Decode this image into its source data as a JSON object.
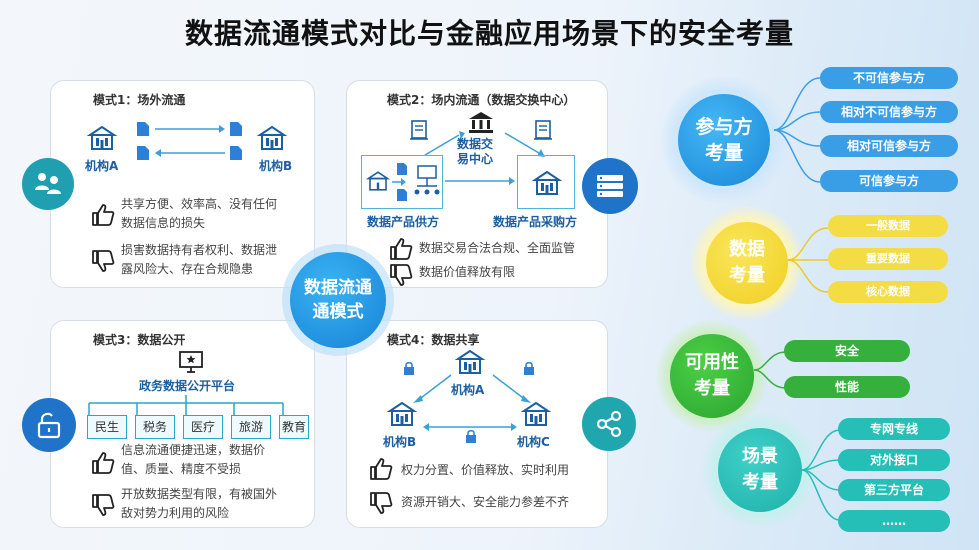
{
  "title": "数据流通模式对比与金融应用场景下的安全考量",
  "center": "数据流通\n通模式",
  "mode1": {
    "title": "模式1：场外流通",
    "org_a": "机构A",
    "org_b": "机构B",
    "pro": "共享方便、效率高、没有任何\n数据信息的损失",
    "con": "损害数据持有者权利、数据泄\n露风险大、存在合规隐患"
  },
  "mode2": {
    "title": "模式2：场内流通（数据交换中心）",
    "exchange": "数据交\n易中心",
    "supplier": "数据产品供方",
    "buyer": "数据产品采购方",
    "pro": "数据交易合法合规、全面监管",
    "con": "数据价值释放有限"
  },
  "mode3": {
    "title": "模式3：数据公开",
    "platform": "政务数据公开平台",
    "tags": [
      "民生",
      "税务",
      "医疗",
      "旅游",
      "教育"
    ],
    "pro": "信息流通便捷迅速，数据价\n值、质量、精度不受损",
    "con": "开放数据类型有限，有被国外\n敌对势力利用的风险"
  },
  "mode4": {
    "title": "模式4：数据共享",
    "org_a": "机构A",
    "org_b": "机构B",
    "org_c": "机构C",
    "pro": "权力分置、价值释放、实时利用",
    "con": "资源开销大、安全能力参差不齐"
  },
  "considerations": {
    "participants": {
      "label": "参与方\n考量",
      "items": [
        "不可信参与方",
        "相对不可信参与方",
        "相对可信参与方",
        "可信参与方"
      ]
    },
    "data": {
      "label": "数据\n考量",
      "items": [
        "一般数据",
        "重要数据",
        "核心数据"
      ]
    },
    "availability": {
      "label": "可用性\n考量",
      "items": [
        "安全",
        "性能"
      ]
    },
    "scenario": {
      "label": "场景\n考量",
      "items": [
        "专网专线",
        "对外接口",
        "第三方平台",
        "……"
      ]
    }
  },
  "colors": {
    "blue": "#3a9ee6",
    "yellow": "#f4dc44",
    "green": "#35b03c",
    "teal": "#26bfb8",
    "icon": "#1f9fb0"
  }
}
